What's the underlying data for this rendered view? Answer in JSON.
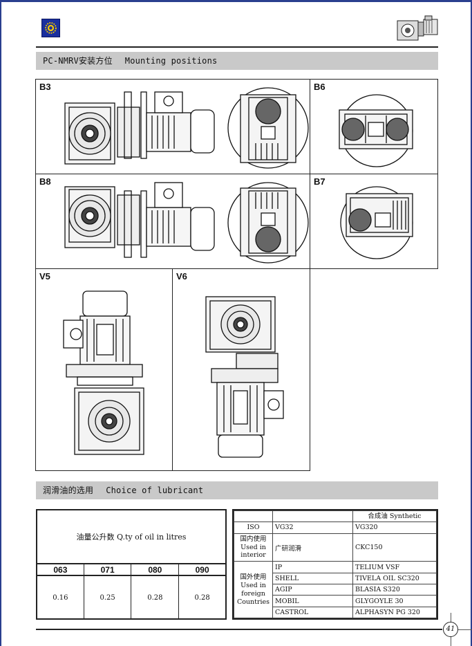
{
  "header": {
    "section1_cn": "PC-NMRV安装方位",
    "section1_en": "Mounting positions",
    "section2_cn": "润滑油的选用",
    "section2_en": "Choice of lubricant"
  },
  "positions": [
    "B3",
    "B6",
    "B8",
    "B7",
    "V5",
    "V6"
  ],
  "oil_table": {
    "caption": "油量公升数  Q.ty of oil in litres",
    "sizes": [
      "063",
      "071",
      "080",
      "090"
    ],
    "quantities": [
      "0.16",
      "0.25",
      "0.28",
      "0.28"
    ]
  },
  "lubricant_table": {
    "synthetic_header": "合成油 Synthetic",
    "iso_label": "ISO",
    "iso_mineral": "VG32",
    "iso_synthetic": "VG320",
    "domestic_label": "国内使用\nUsed in\ninterior",
    "domestic_mineral": "广研润滑",
    "domestic_synthetic": "CKC150",
    "foreign_label": "国外使用\nUsed in\nforeign\nCountries",
    "foreign_rows": [
      {
        "brand": "IP",
        "product": "TELIUM VSF"
      },
      {
        "brand": "SHELL",
        "product": "TIVELA OIL SC320"
      },
      {
        "brand": "AGIP",
        "product": "BLASIA S320"
      },
      {
        "brand": "MOBIL",
        "product": "GLYGOYLE 30"
      },
      {
        "brand": "CASTROL",
        "product": "ALPHASYN PG 320"
      }
    ]
  },
  "page_number": "41",
  "colors": {
    "band": "#c9c9c9",
    "frame": "#2a3f8f",
    "logo": "#1a2f9e"
  }
}
